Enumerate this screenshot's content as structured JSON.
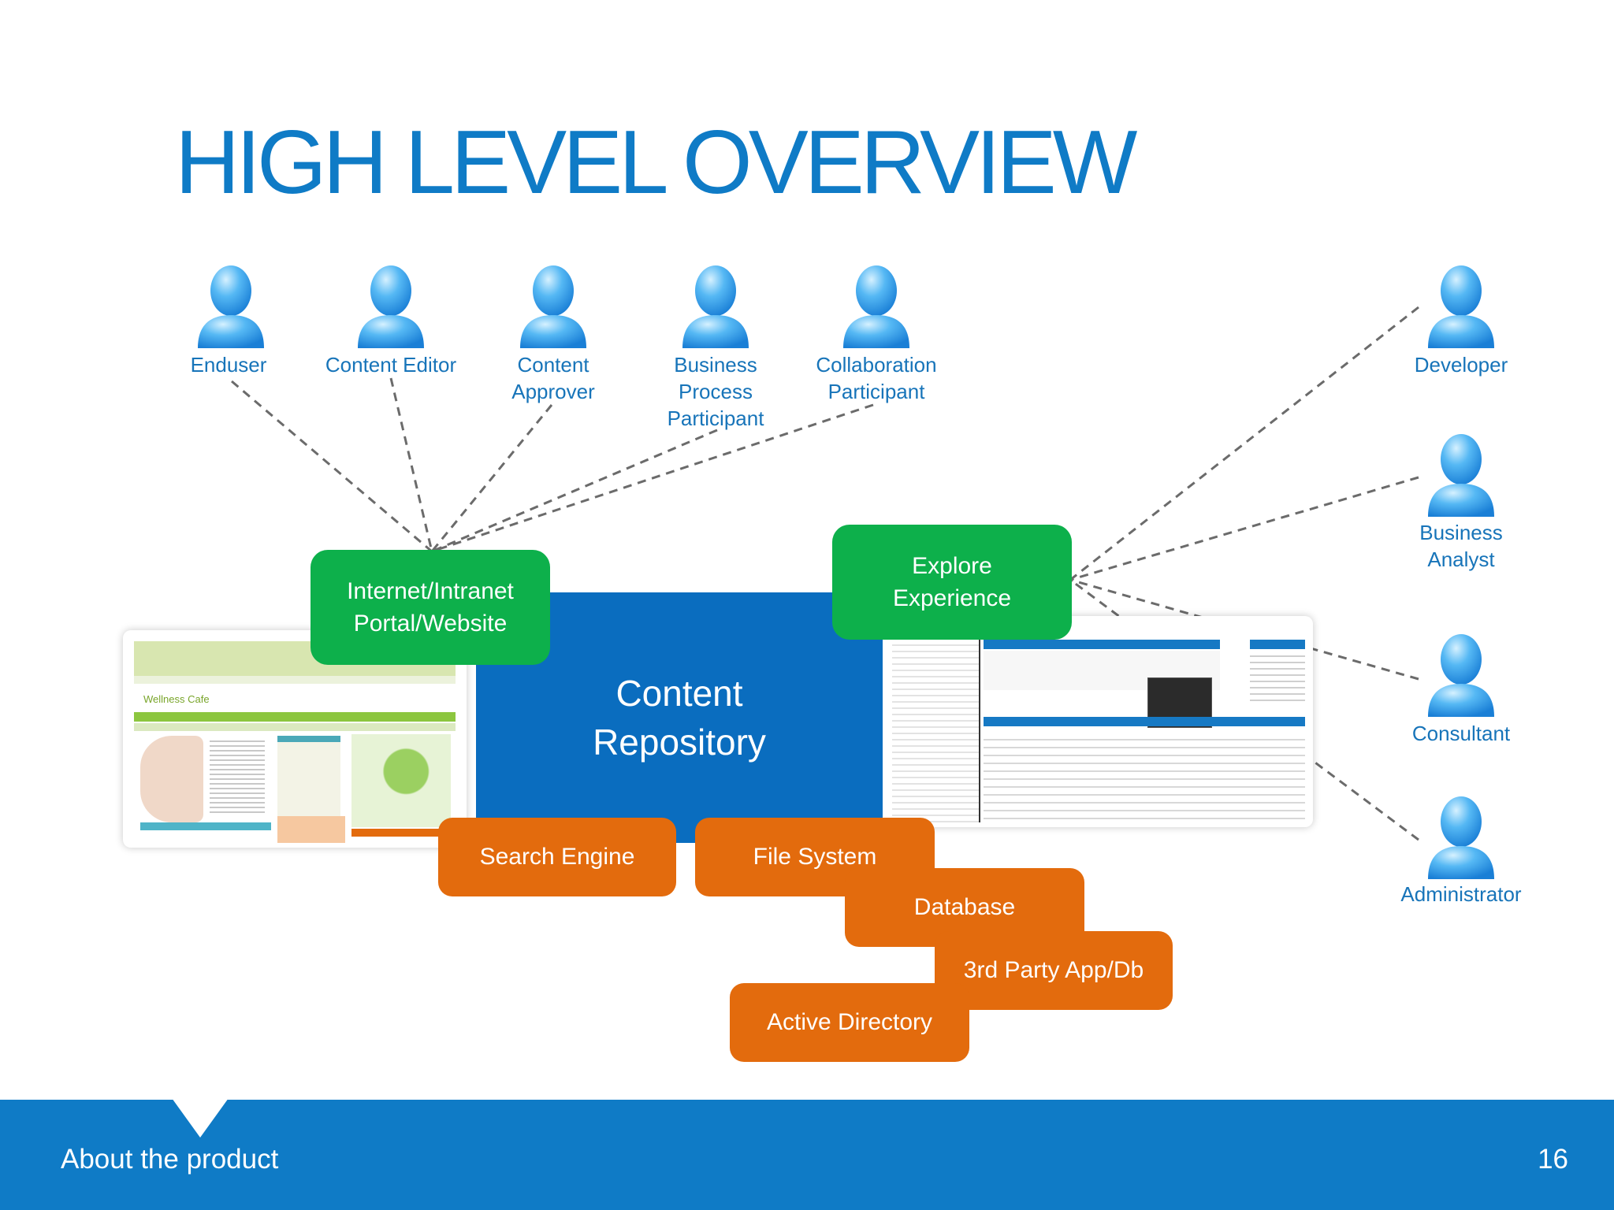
{
  "slide": {
    "title": "HIGH LEVEL OVERVIEW",
    "footer_text": "About the product",
    "page_number": "16"
  },
  "colors": {
    "title_blue": "#0f7bc6",
    "label_blue": "#1774b9",
    "green": "#0db04b",
    "repository_blue": "#0a6dbf",
    "orange": "#e36b0d",
    "footer_blue": "#0f7bc6"
  },
  "users": [
    {
      "label": "Enduser",
      "icon": "user-icon"
    },
    {
      "label": "Content Editor",
      "icon": "user-icon"
    },
    {
      "label": "Content\nApprover",
      "icon": "user-icon"
    },
    {
      "label": "Business\nProcess\nParticipant",
      "icon": "user-icon"
    },
    {
      "label": "Collaboration\nParticipant",
      "icon": "user-icon"
    },
    {
      "label": "Developer",
      "icon": "user-icon"
    },
    {
      "label": "Business\nAnalyst",
      "icon": "user-icon"
    },
    {
      "label": "Consultant",
      "icon": "user-icon"
    },
    {
      "label": "Administrator",
      "icon": "user-icon"
    }
  ],
  "nodes": {
    "portal": "Internet/Intranet\nPortal/Website",
    "explore": "Explore\nExperience",
    "repository": "Content\nRepository",
    "search_engine": "Search Engine",
    "file_system": "File System",
    "database": "Database",
    "third_party": "3rd Party App/Db",
    "active_directory": "Active Directory"
  },
  "screenshots": {
    "left": {
      "site_name": "Wellness Cafe"
    }
  }
}
